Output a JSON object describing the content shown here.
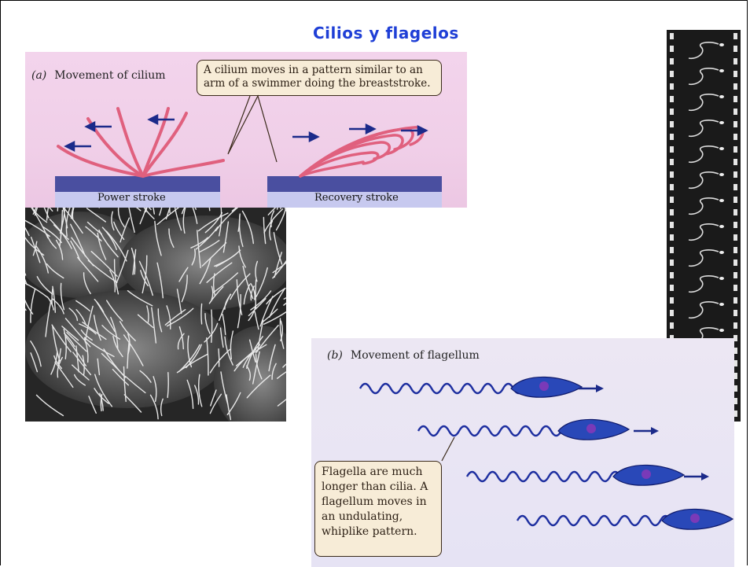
{
  "slide": {
    "title": "Cilios y flagelos"
  },
  "figure_a": {
    "label_letter": "(a)",
    "label_text": "Movement of cilium",
    "callout": "A cilium moves in a pattern similar to an arm of a swimmer doing the breaststroke.",
    "power_stroke": "Power stroke",
    "recovery_stroke": "Recovery stroke"
  },
  "figure_b": {
    "label_letter": "(b)",
    "label_text": "Movement of flagellum",
    "callout": "Flagella are much longer than cilia. A flagellum moves in an undulating, whiplike pattern."
  },
  "colors": {
    "title": "#1f3fd6",
    "cilium": "#e0607e",
    "arrow": "#1b2a8a",
    "flagellum_body": "#2948b8",
    "flagellum_tail": "#1e2fa0",
    "base": "#4a4fa0"
  }
}
